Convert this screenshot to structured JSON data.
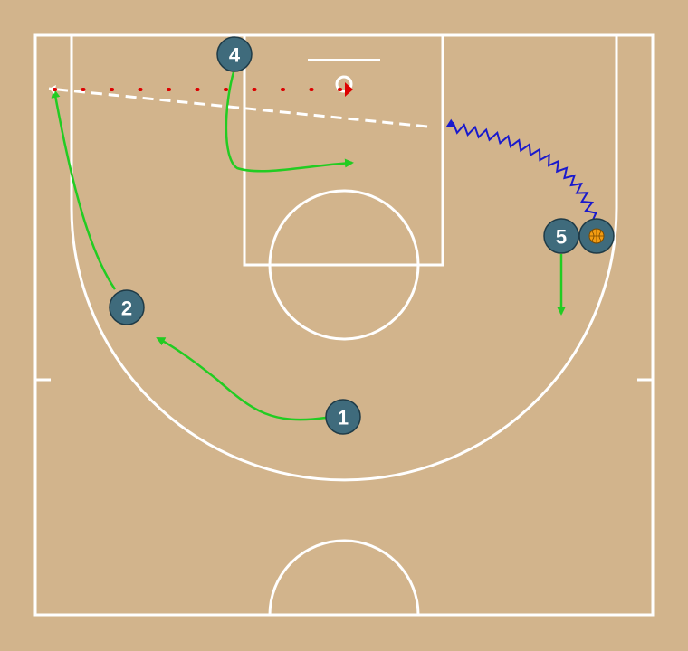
{
  "players": [
    {
      "id": "player-1",
      "label": "1"
    },
    {
      "id": "player-2",
      "label": "2"
    },
    {
      "id": "player-4",
      "label": "4"
    },
    {
      "id": "player-5",
      "label": "5"
    }
  ],
  "colors": {
    "court": "#d2b48c",
    "lines": "#ffffff",
    "player": "#3f6b7c",
    "cut": "#22cc22",
    "pass": "#ffffff",
    "screen_dotted": "#dd0000",
    "dribble": "#1a1acc",
    "ball": "#f39c12"
  },
  "icons": {
    "ball": "basketball-icon"
  }
}
